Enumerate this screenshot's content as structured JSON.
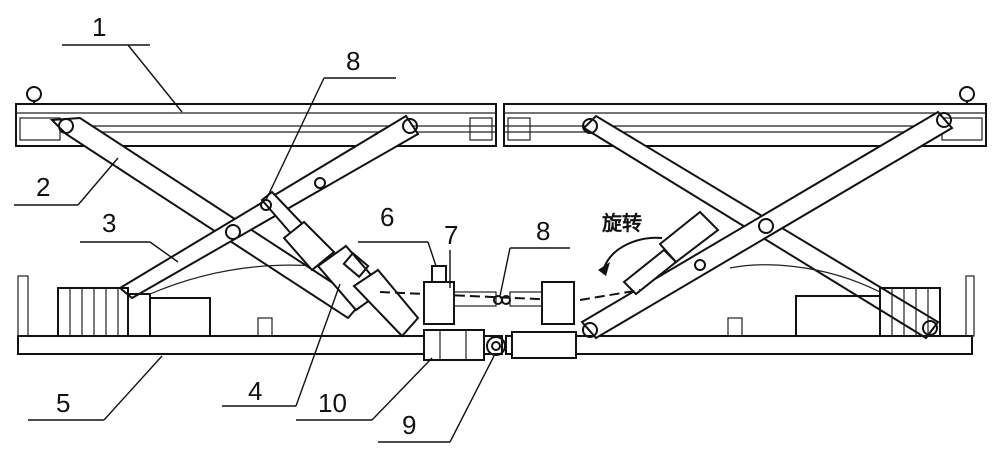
{
  "labels": {
    "n1": "1",
    "n2": "2",
    "n3": "3",
    "n4": "4",
    "n5": "5",
    "n6": "6",
    "n7": "7",
    "n8a": "8",
    "n8b": "8",
    "n9": "9",
    "n10": "10"
  },
  "annotation": {
    "rotate": "旋转"
  }
}
